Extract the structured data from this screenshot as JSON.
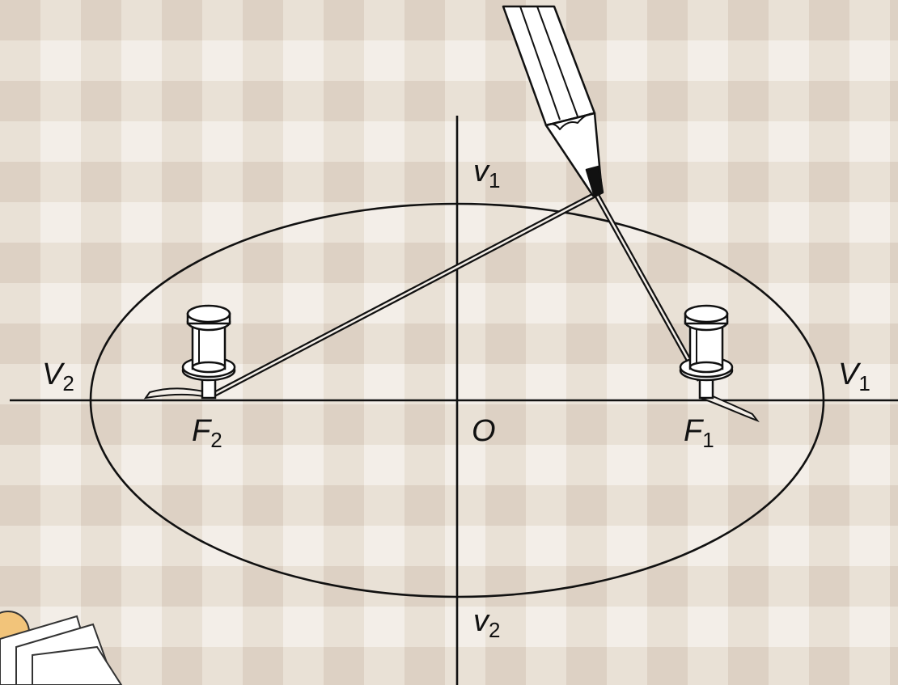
{
  "colors": {
    "background": "#ece5dc",
    "check_dark": "#e0d5c9",
    "check_light": "#f3eee8",
    "ink": "#111111",
    "pin_fill": "#ffffff"
  },
  "labels": {
    "v1": {
      "main": "v",
      "sub": "1"
    },
    "v2": {
      "main": "v",
      "sub": "2"
    },
    "V1": {
      "main": "V",
      "sub": "1"
    },
    "V2": {
      "main": "V",
      "sub": "2"
    },
    "F1": {
      "main": "F",
      "sub": "1"
    },
    "F2": {
      "main": "F",
      "sub": "2"
    },
    "O": "O"
  },
  "icons": {
    "pencil": "pencil-icon",
    "pin": "push-pin-icon",
    "papers": "paper-stack-icon"
  }
}
